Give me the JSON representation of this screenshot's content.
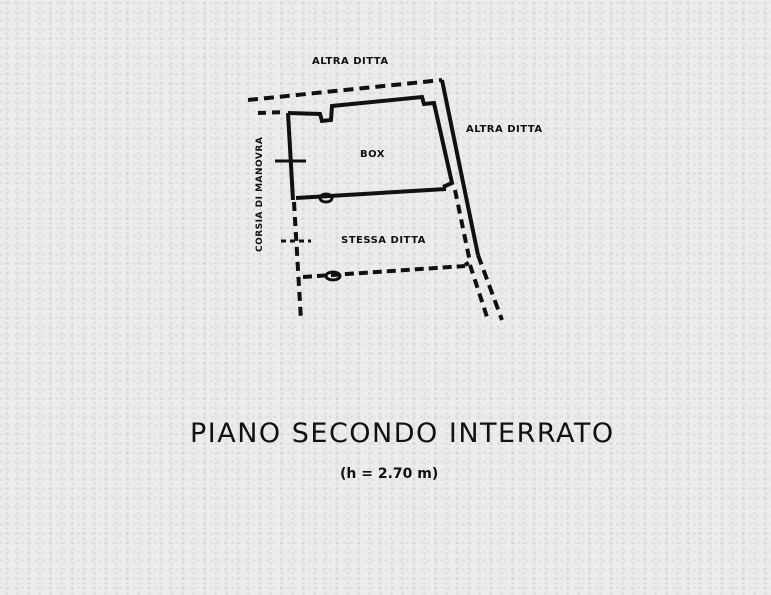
{
  "plan": {
    "labels": {
      "altra_ditta_top": "ALTRA DITTA",
      "altra_ditta_right": "ALTRA DITTA",
      "box": "BOX",
      "stessa_ditta": "STESSA DITTA",
      "corsia": "CORSIA DI MANOVRA"
    },
    "title": "PIANO SECONDO INTERRATO",
    "height_note": "(h = 2.70 m)"
  }
}
